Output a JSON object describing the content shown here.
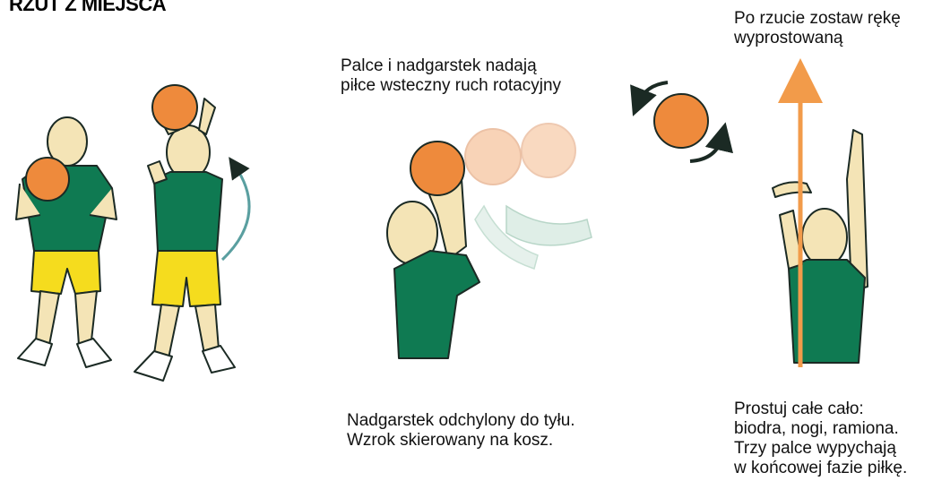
{
  "title": "RZUT Z MIEJSCA",
  "captions": {
    "wrist": {
      "line1": "Palce i nadgarstek nadają",
      "line2": "piłce wsteczny ruch rotacyjny"
    },
    "arm": {
      "line1": "Po rzucie zostaw rękę",
      "line2": "wyprostowaną"
    },
    "bottom_mid": {
      "line1": "Nadgarstek odchylony do tyłu.",
      "line2": "Wzrok skierowany na kosz."
    },
    "bottom_right": {
      "line1": "Prostuj całe cało:",
      "line2": "biodra, nogi, ramiona.",
      "line3": "Trzy palce wypychają",
      "line4": "w końcowej fazie piłkę."
    }
  },
  "colors": {
    "ball": "#ee8a3c",
    "ball_faded": "#f7c9a6",
    "shirt": "#0f7a52",
    "shorts": "#f5dc1e",
    "skin": "#f4e4b6",
    "arrow": "#f29b4a",
    "outline": "#1b2a24"
  }
}
